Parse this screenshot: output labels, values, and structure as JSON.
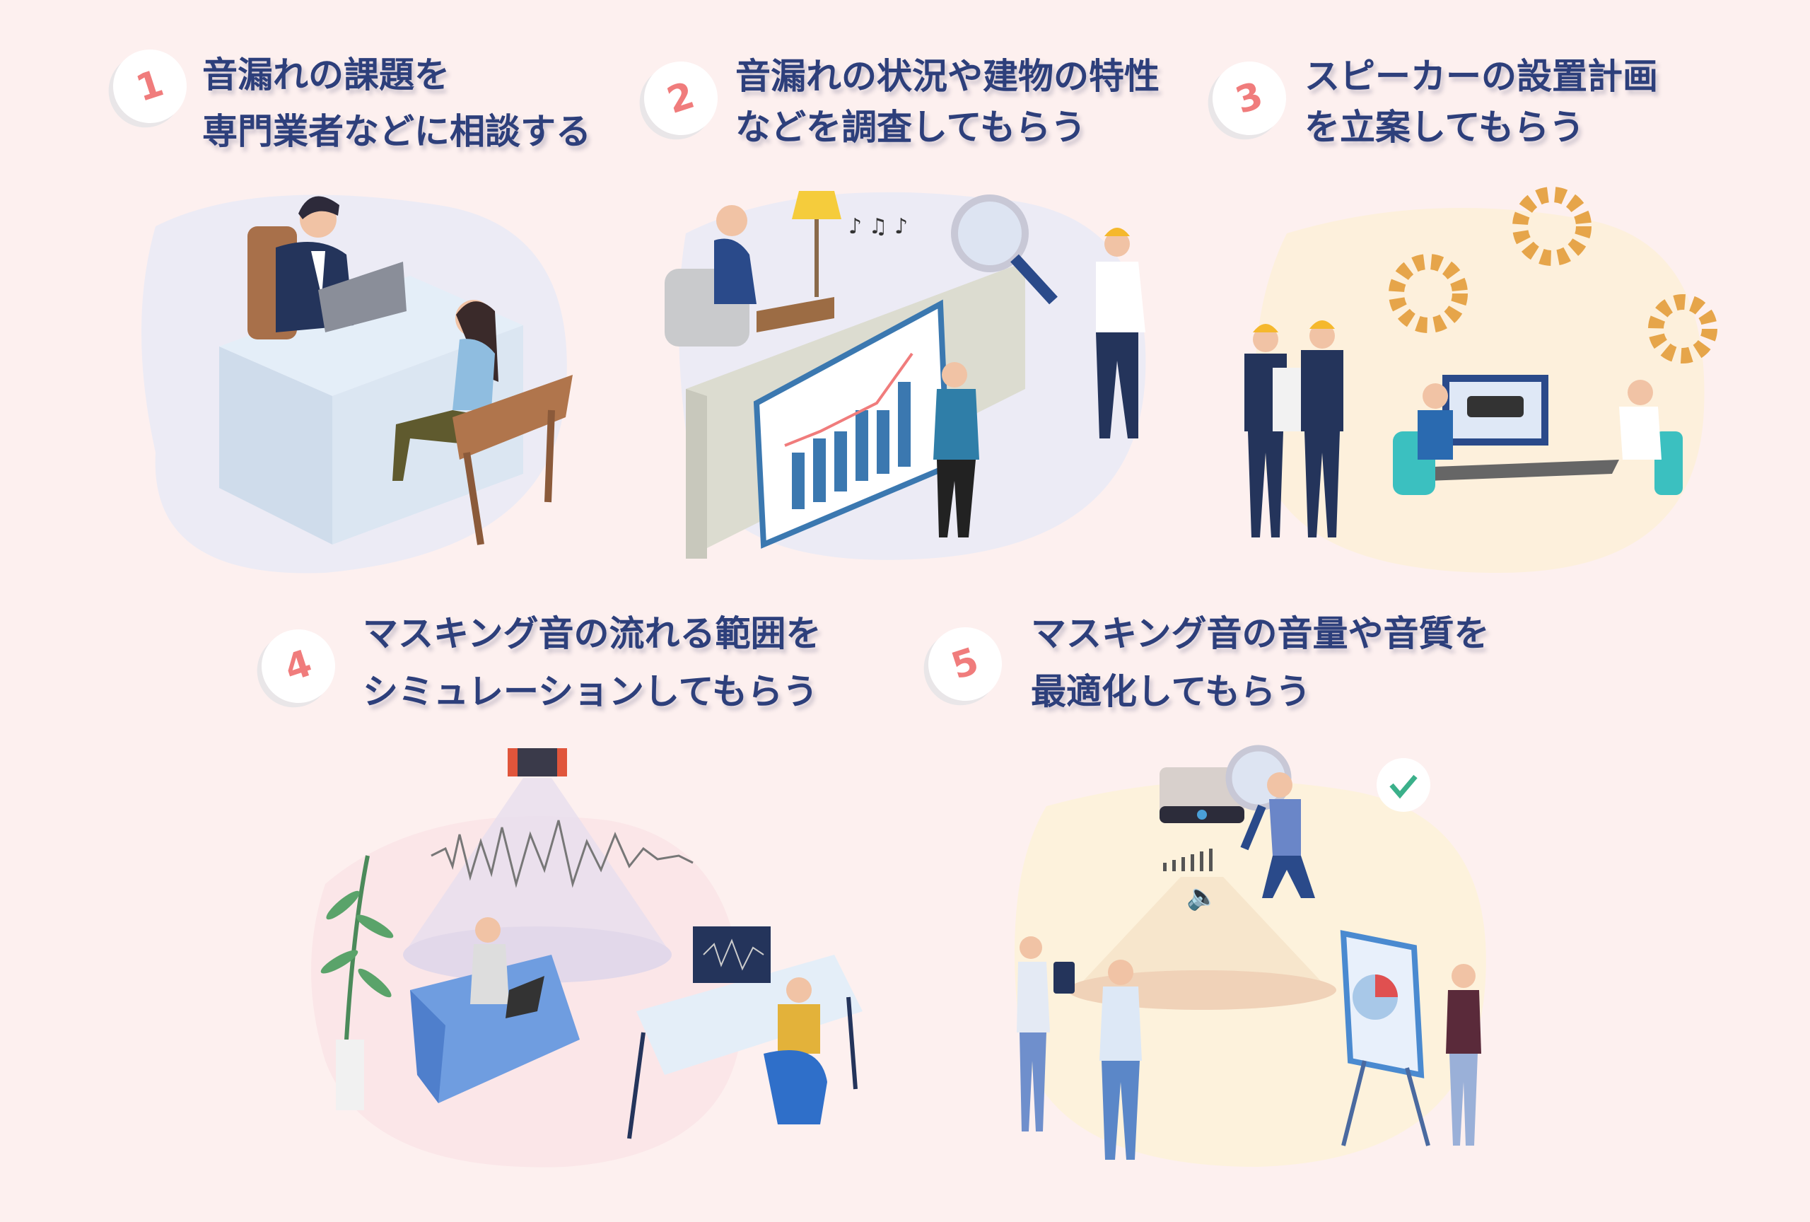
{
  "steps": [
    {
      "number": "1",
      "line1": "音漏れの課題を",
      "line2": "専門業者などに相談する"
    },
    {
      "number": "2",
      "line1": "音漏れの状況や建物の特性",
      "line2": "などを調査してもらう"
    },
    {
      "number": "3",
      "line1": "スピーカーの設置計画",
      "line2": "を立案してもらう"
    },
    {
      "number": "4",
      "line1": "マスキング音の流れる範囲を",
      "line2": "シミュレーションしてもらう"
    },
    {
      "number": "5",
      "line1": "マスキング音の音量や音質を",
      "line2": "最適化してもらう"
    }
  ],
  "colors": {
    "background": "#fdf0ef",
    "title": "#2d3f7b",
    "number": "#f07c7c"
  }
}
